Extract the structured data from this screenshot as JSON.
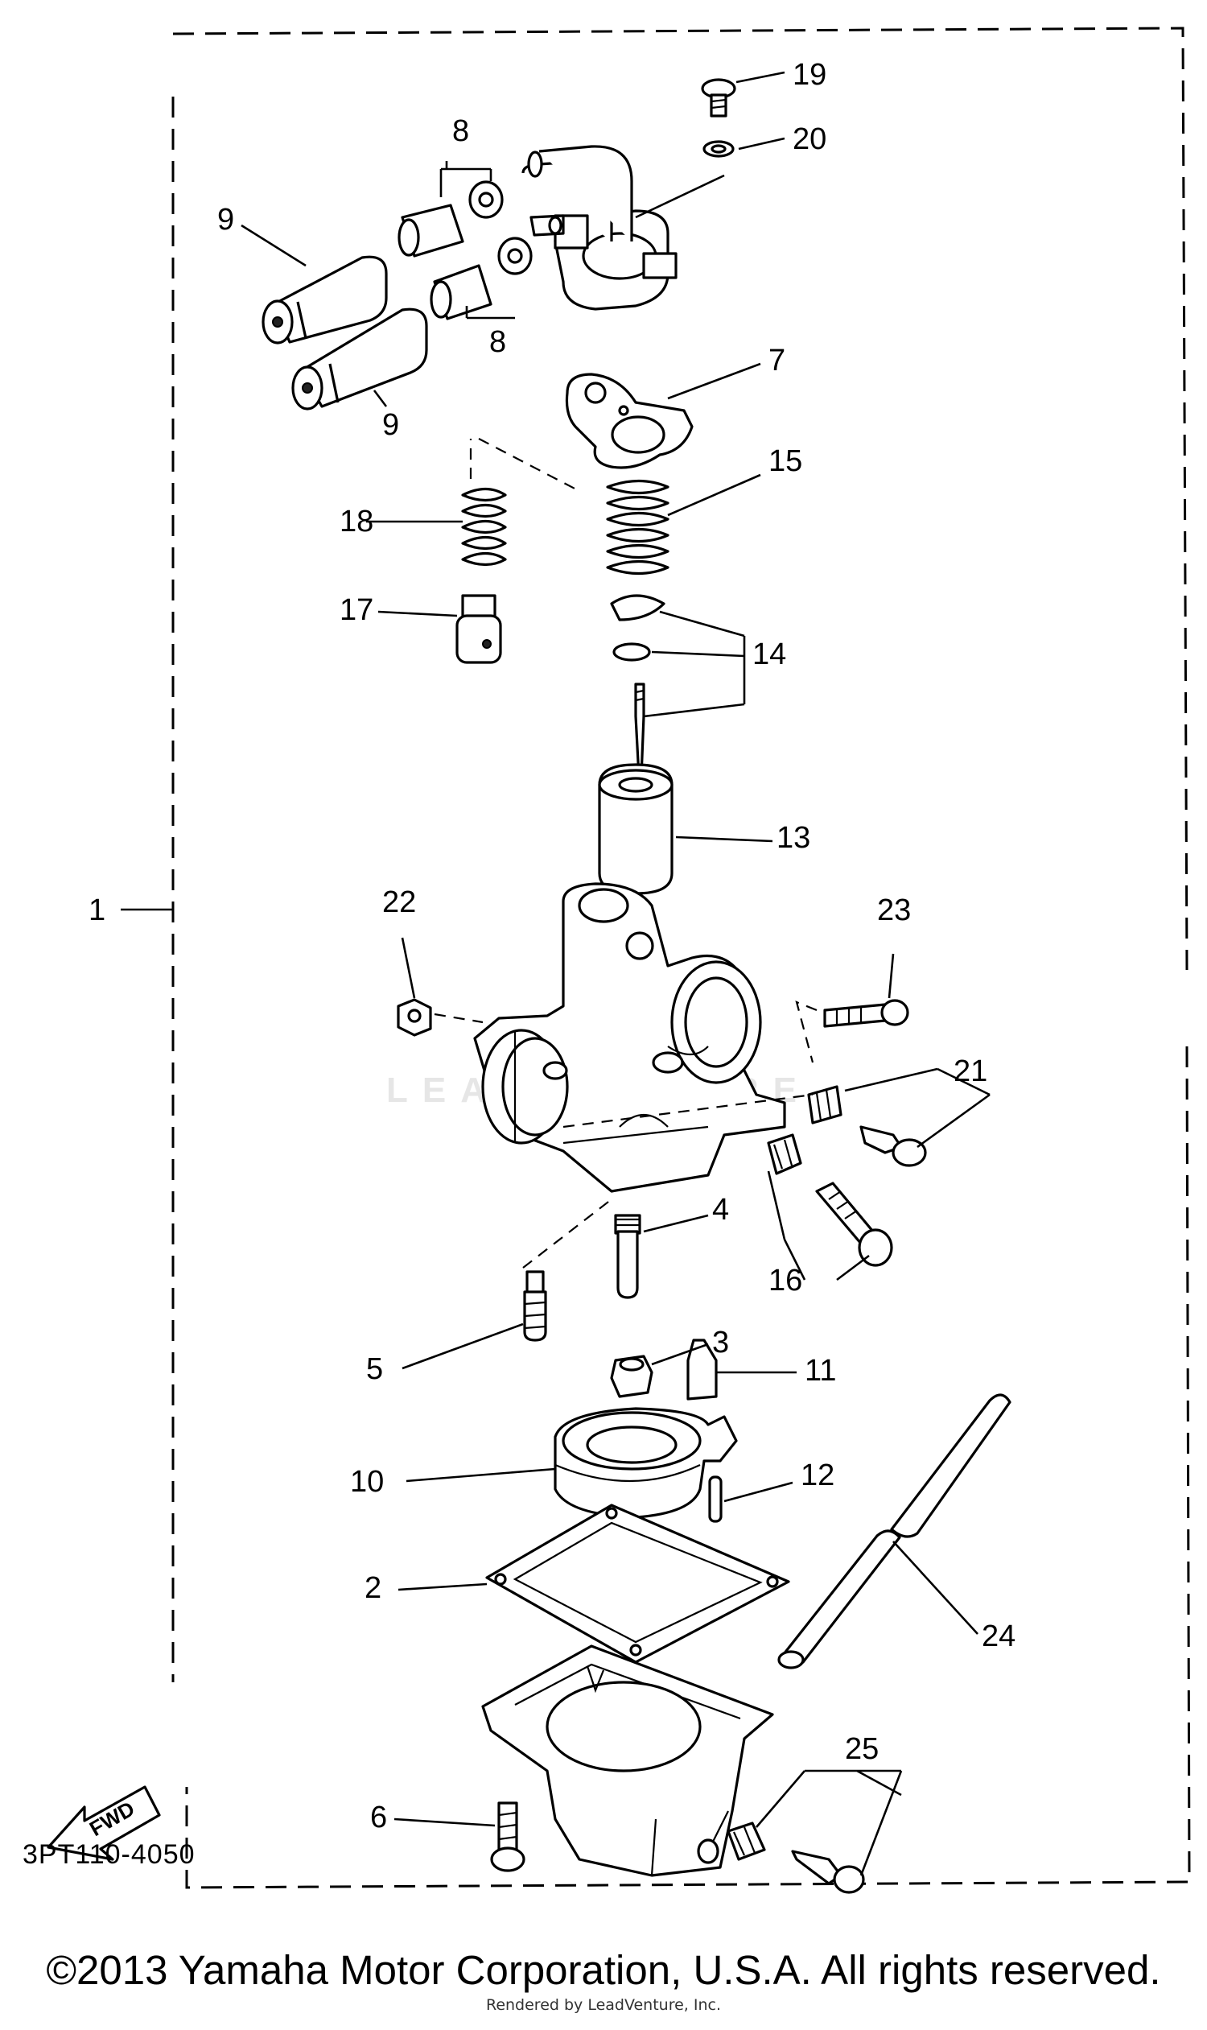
{
  "diagram": {
    "code": "3PT110-4050",
    "direction_label": "FWD",
    "copyright": "©2013 Yamaha Motor Corporation, U.S.A. All rights reserved.",
    "rendered_by": "Rendered by LeadVenture, Inc.",
    "watermark": "LEADVENTURE"
  },
  "callouts": [
    {
      "id": "19",
      "text": "19"
    },
    {
      "id": "20",
      "text": "20"
    },
    {
      "id": "8a",
      "text": "8"
    },
    {
      "id": "9a",
      "text": "9"
    },
    {
      "id": "8b",
      "text": "8"
    },
    {
      "id": "9b",
      "text": "9"
    },
    {
      "id": "7",
      "text": "7"
    },
    {
      "id": "15",
      "text": "15"
    },
    {
      "id": "18",
      "text": "18"
    },
    {
      "id": "17",
      "text": "17"
    },
    {
      "id": "14",
      "text": "14"
    },
    {
      "id": "13",
      "text": "13"
    },
    {
      "id": "1",
      "text": "1"
    },
    {
      "id": "22",
      "text": "22"
    },
    {
      "id": "23",
      "text": "23"
    },
    {
      "id": "21",
      "text": "21"
    },
    {
      "id": "4",
      "text": "4"
    },
    {
      "id": "16",
      "text": "16"
    },
    {
      "id": "5",
      "text": "5"
    },
    {
      "id": "3",
      "text": "3"
    },
    {
      "id": "11",
      "text": "11"
    },
    {
      "id": "10",
      "text": "10"
    },
    {
      "id": "12",
      "text": "12"
    },
    {
      "id": "2",
      "text": "2"
    },
    {
      "id": "24",
      "text": "24"
    },
    {
      "id": "25",
      "text": "25"
    },
    {
      "id": "6",
      "text": "6"
    }
  ]
}
